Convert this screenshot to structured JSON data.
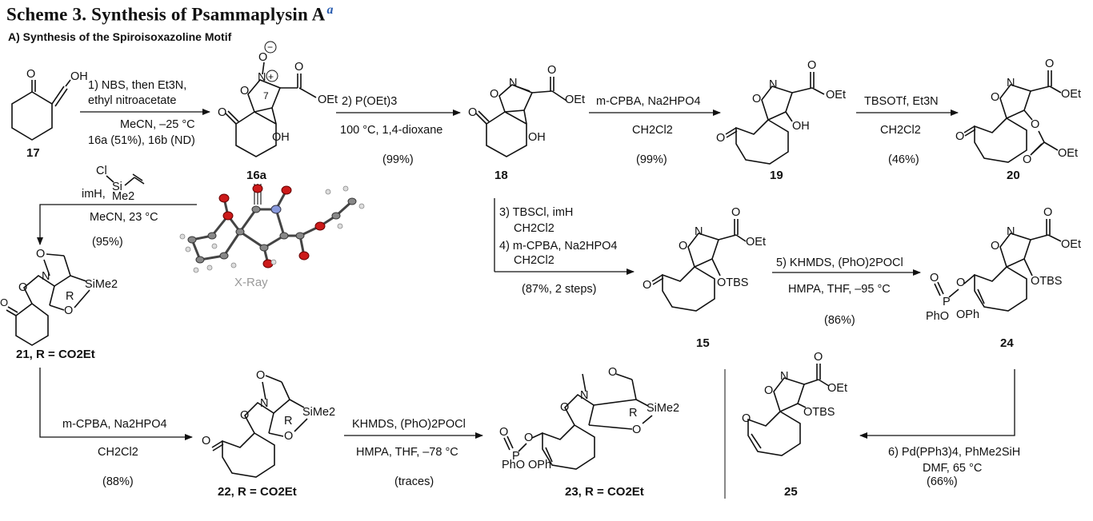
{
  "scheme": {
    "title": "Scheme 3. Synthesis of Psammaplysin A",
    "title_footnote": "a",
    "section": "A) Synthesis of the Spiroisoxazoline Motif"
  },
  "compounds": {
    "c17": "17",
    "c16a": "16a",
    "c18": "18",
    "c19": "19",
    "c20": "20",
    "c21": "21, R = CO2Et",
    "c15": "15",
    "c24": "24",
    "c22": "22, R = CO2Et",
    "c23": "23, R = CO2Et",
    "c25": "25"
  },
  "steps": {
    "s1": {
      "line1": "1) NBS, then Et3N,",
      "line2": "ethyl nitroacetate",
      "line3": "MeCN, –25 °C",
      "line4": "16a (51%), 16b (ND)"
    },
    "s2": {
      "line1": "2) P(OEt)3",
      "line2": "100 °C, 1,4-dioxane",
      "yield": "(99%)"
    },
    "s3": {
      "line1": "m-CPBA, Na2HPO4",
      "line2": "CH2Cl2",
      "yield": "(99%)"
    },
    "s4": {
      "line1": "TBSOTf, Et3N",
      "line2": "CH2Cl2",
      "yield": "(46%)"
    },
    "s5": {
      "reagent1": "Cl",
      "reagent2": "Si",
      "reagent3": "Me2",
      "reagent4": "imH,",
      "line2": "MeCN, 23 °C",
      "yield": "(95%)"
    },
    "s6": {
      "line1": "3) TBSCl, imH",
      "line2": "CH2Cl2",
      "line3": "4) m-CPBA, Na2HPO4",
      "line4": "CH2Cl2",
      "yield": "(87%, 2 steps)"
    },
    "s7": {
      "line1": "5) KHMDS, (PhO)2POCl",
      "line2": "HMPA, THF, –95 °C",
      "yield": "(86%)"
    },
    "s8": {
      "line1": "m-CPBA, Na2HPO4",
      "line2": "CH2Cl2",
      "yield": "(88%)"
    },
    "s9": {
      "line1": "KHMDS, (PhO)2POCl",
      "line2": "HMPA, THF, –78 °C",
      "yield": "(traces)"
    },
    "s10": {
      "line1": "6) Pd(PPh3)4, PhMe2SiH",
      "line2": "DMF, 65 °C",
      "yield": "(66%)"
    }
  },
  "xray_label": "X-Ray",
  "atom_labels": {
    "OH": "OH",
    "O": "O",
    "N": "N",
    "CO2Et_text": "OEt",
    "OTBS": "OTBS",
    "SiMe2": "SiMe2",
    "R": "R",
    "PhO": "PhO",
    "OPh": "OPh",
    "P": "P",
    "seven": "7",
    "plus": "+",
    "minus": "−"
  }
}
